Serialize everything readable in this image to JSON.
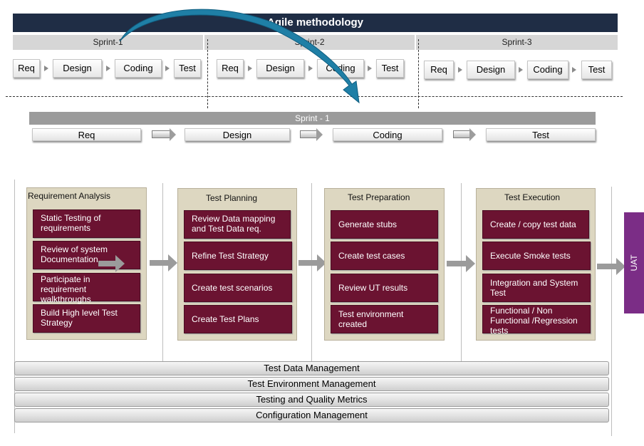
{
  "title": "Agile methodology",
  "sprints": [
    "Sprint-1",
    "Sprint-2",
    "Sprint-3"
  ],
  "sprint_steps": [
    "Req",
    "Design",
    "Coding",
    "Test"
  ],
  "sprint1_detail": {
    "title": "Sprint - 1",
    "steps": [
      "Req",
      "Design",
      "Coding",
      "Test"
    ]
  },
  "phases": [
    {
      "title": "Requirement Analysis",
      "tasks": [
        "Static Testing of requirements",
        "Review of system Documentation",
        "Participate in requirement walkthroughs",
        "Build High level Test Strategy"
      ]
    },
    {
      "title": "Test Planning",
      "tasks": [
        "Review Data mapping and Test Data  req.",
        "Refine Test Strategy",
        "Create test scenarios",
        "Create Test Plans"
      ]
    },
    {
      "title": "Test Preparation",
      "tasks": [
        "Generate stubs",
        "Create test cases",
        "Review UT results",
        "Test environment created"
      ]
    },
    {
      "title": "Test Execution",
      "tasks": [
        "Create / copy test data",
        "Execute Smoke tests",
        "Integration and System Test",
        "Functional /  Non Functional  /Regression tests"
      ]
    }
  ],
  "uat_label": "UAT",
  "management_bars": [
    "Test Data Management",
    "Test Environment Management",
    "Testing and Quality  Metrics",
    "Configuration Management"
  ],
  "colors": {
    "title_bg": "#1f2d45",
    "task_bg": "#6b1331",
    "phase_bg": "#ddd7c1",
    "uat_bg": "#7b2d86",
    "curve_arrow": "#1f7fa6"
  }
}
